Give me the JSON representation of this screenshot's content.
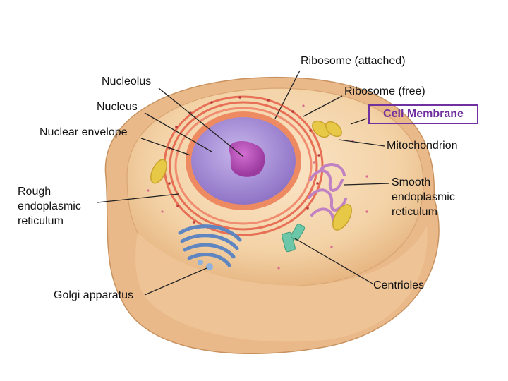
{
  "labels": {
    "ribosome_attached": "Ribosome (attached)",
    "nucleolus": "Nucleolus",
    "ribosome_free": "Ribosome (free)",
    "nucleus": "Nucleus",
    "cell_membrane": "Cell Membrane",
    "nuclear_envelope": "Nuclear envelope",
    "mitochondrion": "Mitochondrion",
    "smooth_er": "Smooth\nendoplasmic\nreticulum",
    "rough_er": "Rough\nendoplasmic\nreticulum",
    "centrioles": "Centrioles",
    "golgi": "Golgi apparatus"
  },
  "colors": {
    "cytoplasm": "#f3d2a6",
    "cell_outer": "#e8b786",
    "nucleus": "#a68cd6",
    "nucleolus": "#b14fb3",
    "nuclear_envelope": "#ee8a61",
    "rough_er": "#e9735a",
    "mitochondrion": "#e8c847",
    "smooth_er": "#c58bc9",
    "golgi": "#5f86c0",
    "centrioles": "#6bc7a8",
    "highlight": "#7030a0"
  }
}
